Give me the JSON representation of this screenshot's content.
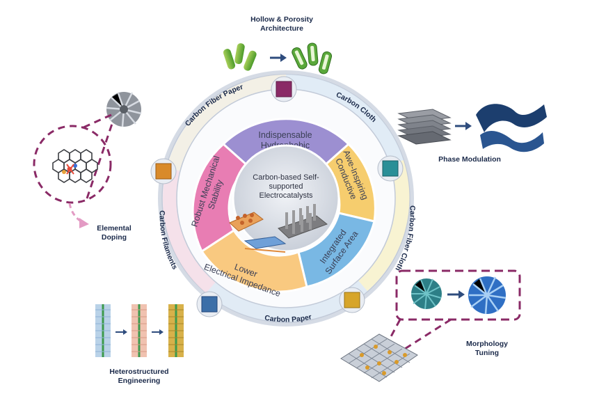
{
  "center": {
    "line1": "Carbon-based Self-",
    "line2": "supported",
    "line3": "Electrocatalysts"
  },
  "inner_ring": [
    {
      "id": "hydrophobic",
      "line1": "Indispensable",
      "line2": "Hydrophobic",
      "color": "#9c8fd1"
    },
    {
      "id": "conductive",
      "line1": "Awe-Inspiring",
      "line2": "Conductive",
      "color": "#f6cd6e"
    },
    {
      "id": "surface",
      "line1": "Integrated",
      "line2": "Surface Area",
      "color": "#79b8e4"
    },
    {
      "id": "impedance",
      "line1": "Lower",
      "line2": "Electrical Impedance",
      "color": "#f9c980"
    },
    {
      "id": "mechanical",
      "line1": "Robust Mechanical",
      "line2": "Stability",
      "color": "#e87db3"
    }
  ],
  "outer_ring": [
    {
      "id": "carbon-fiber-paper",
      "label": "Carbon Fiber Paper"
    },
    {
      "id": "carbon-cloth",
      "label": "Carbon Cloth"
    },
    {
      "id": "carbon-fiber-cloth",
      "label": "Carbon Fiber Cloth"
    },
    {
      "id": "carbon-paper",
      "label": "Carbon Paper"
    },
    {
      "id": "carbon-filaments",
      "label": "Carbon Filaments"
    }
  ],
  "strategies": {
    "hollow": {
      "line1": "Hollow & Porosity",
      "line2": "Architecture"
    },
    "phase": {
      "line1": "Phase Modulation"
    },
    "doping": {
      "line1": "Elemental",
      "line2": "Doping"
    },
    "morphology": {
      "line1": "Morphology",
      "line2": "Tuning"
    },
    "hetero": {
      "line1": "Heterostructured",
      "line2": "Engineering"
    }
  },
  "colors": {
    "ring_outer": "#e9eef6",
    "ring_border": "#b8c2d2",
    "arrow": "#2e4c7d",
    "dash": "#8a2a66",
    "doping_arrow": "#e39bc4"
  }
}
